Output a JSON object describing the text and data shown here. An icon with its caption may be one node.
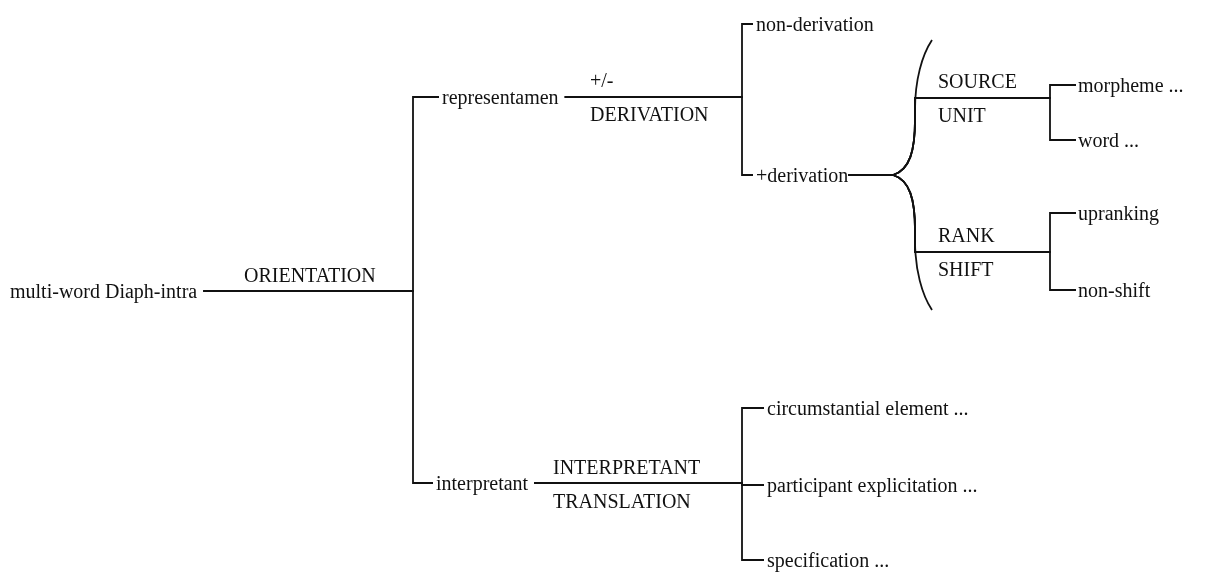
{
  "diagram": {
    "nodes": [
      {
        "text": [
          "multi-word Diaph-intra"
        ]
      },
      {
        "text": [
          "representamen"
        ]
      },
      {
        "text": [
          "interpretant"
        ]
      },
      {
        "text": [
          "non-derivation"
        ]
      },
      {
        "text": [
          "+derivation"
        ]
      },
      {
        "text": [
          "morpheme ..."
        ]
      },
      {
        "text": [
          "word ..."
        ]
      },
      {
        "text": [
          "upranking"
        ]
      },
      {
        "text": [
          "non-shift"
        ]
      },
      {
        "text": [
          "circumstantial element ..."
        ]
      },
      {
        "text": [
          "participant explicitation ..."
        ]
      },
      {
        "text": [
          "specification ..."
        ]
      }
    ],
    "edges": [
      {
        "from": 0,
        "to": 1,
        "arrow": "none",
        "label": "ORIENTATION"
      },
      {
        "from": 0,
        "to": 2,
        "arrow": "none"
      },
      {
        "from": 1,
        "to": 3,
        "arrow": "none",
        "label": "+/- DERIVATION"
      },
      {
        "from": 1,
        "to": 4,
        "arrow": "none"
      },
      {
        "from": 2,
        "to": 9,
        "arrow": "none",
        "label": "INTERPRETANT TRANSLATION"
      },
      {
        "from": 2,
        "to": 10,
        "arrow": "none"
      },
      {
        "from": 2,
        "to": 11,
        "arrow": "none"
      },
      {
        "from": 4,
        "to": 5,
        "arrow": "none",
        "label": "SOURCE UNIT"
      },
      {
        "from": 4,
        "to": 6,
        "arrow": "none"
      },
      {
        "from": 4,
        "to": 7,
        "arrow": "none",
        "label": "RANK SHIFT"
      },
      {
        "from": 4,
        "to": 8,
        "arrow": "none"
      }
    ]
  }
}
